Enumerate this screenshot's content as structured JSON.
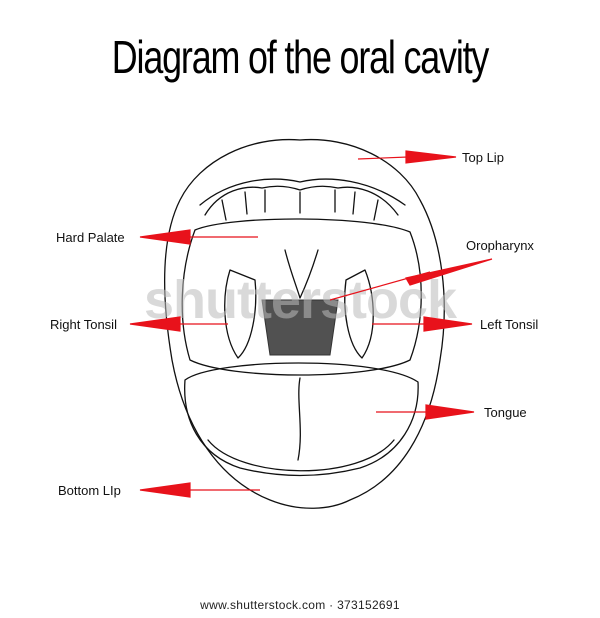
{
  "title": "Diagram of the oral cavity",
  "labels": {
    "top_lip": "Top Lip",
    "hard_palate": "Hard Palate",
    "oropharynx": "Oropharynx",
    "right_tonsil": "Right Tonsil",
    "left_tonsil": "Left Tonsil",
    "tongue": "Tongue",
    "bottom_lip": "Bottom LIp"
  },
  "watermark": "shutterstock",
  "credit": "www.shutterstock.com · 373152691",
  "colors": {
    "arrow": "#e8121b",
    "ink": "#111111"
  }
}
